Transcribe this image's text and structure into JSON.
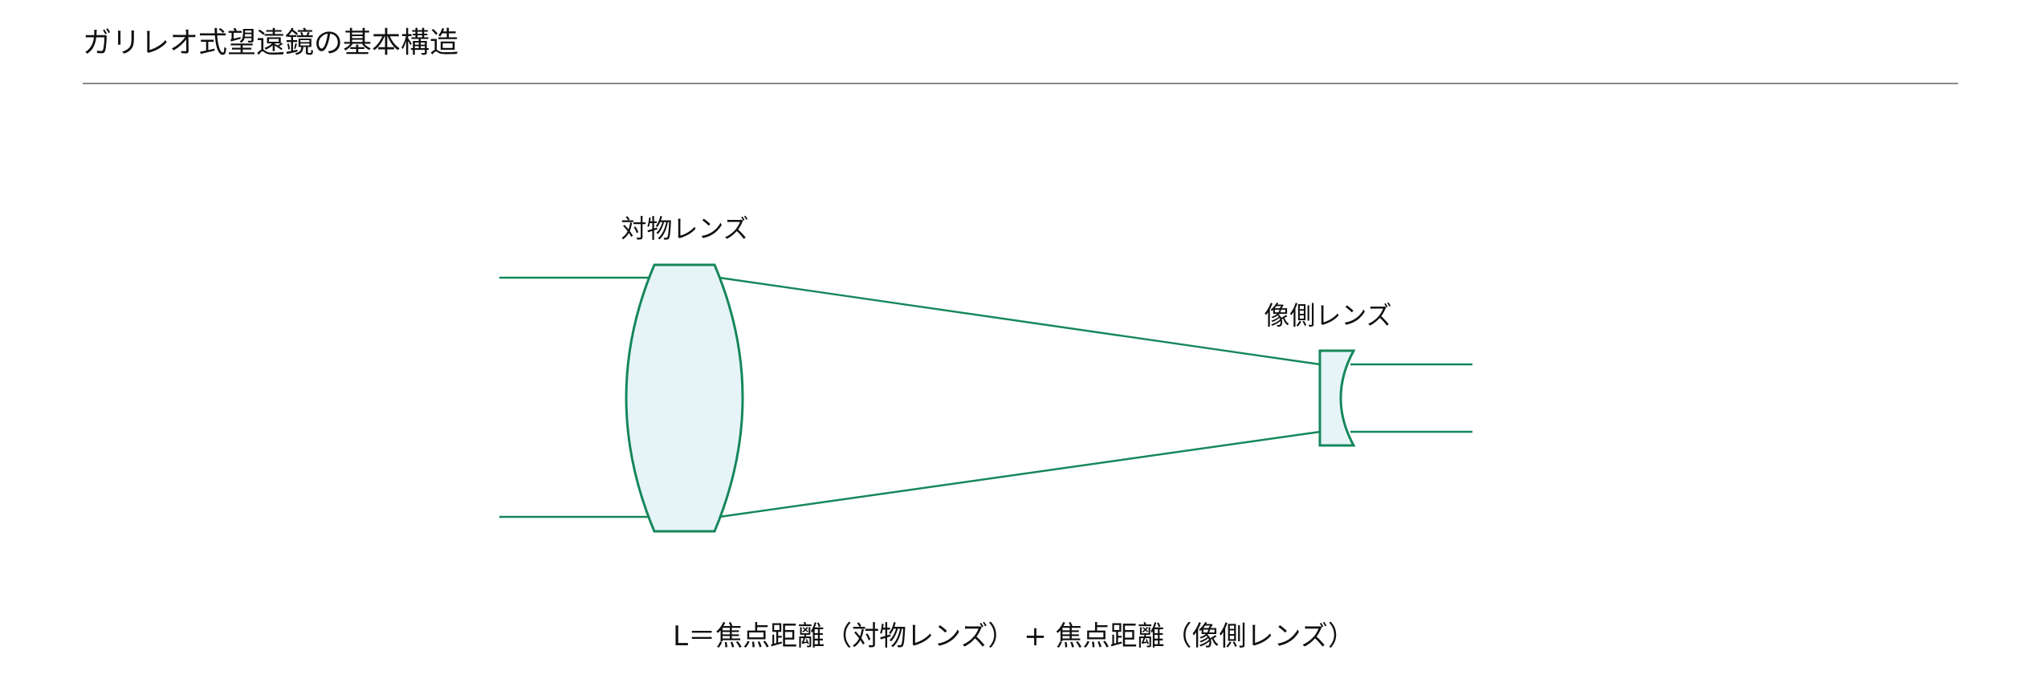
{
  "header": {
    "title": "ガリレオ式望遠鏡の基本構造"
  },
  "diagram": {
    "objective_label": "対物レンズ",
    "eyepiece_label": "像側レンズ",
    "colors": {
      "stroke": "#15875a",
      "lens_fill": "#e6f4f8",
      "rule": "#8a8a8a"
    }
  },
  "formula": {
    "lhs": "L＝焦点距離（対物レンズ）",
    "op": " + ",
    "rhs": "焦点距離（像側レンズ）"
  }
}
